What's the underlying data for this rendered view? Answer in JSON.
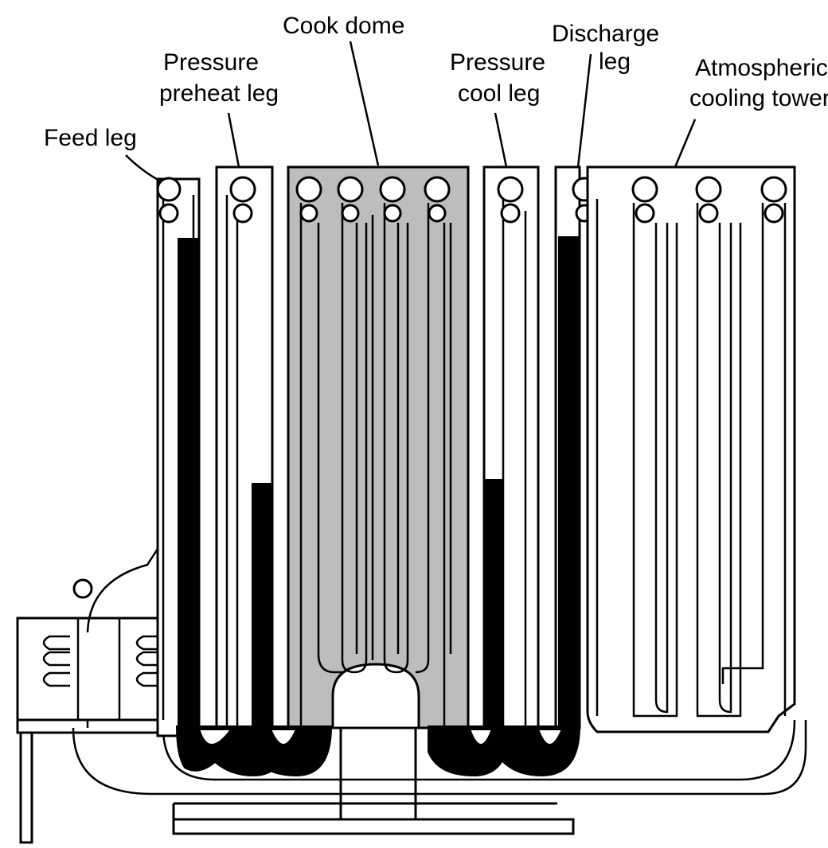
{
  "labels": {
    "cook_dome": "Cook dome",
    "discharge_leg_line1": "Discharge",
    "discharge_leg_line2": "leg",
    "pressure_preheat_leg_line1": "Pressure",
    "pressure_preheat_leg_line2": "preheat leg",
    "pressure_cool_leg_line1": "Pressure",
    "pressure_cool_leg_line2": "cool leg",
    "atmospheric_tower_line1": "Atmospheric",
    "atmospheric_tower_line2": "cooling tower",
    "feed_leg": "Feed leg"
  },
  "colors": {
    "water": "#000000",
    "cook_dome_fill": "#bdbdbd",
    "line": "#000000",
    "background": "#ffffff"
  }
}
